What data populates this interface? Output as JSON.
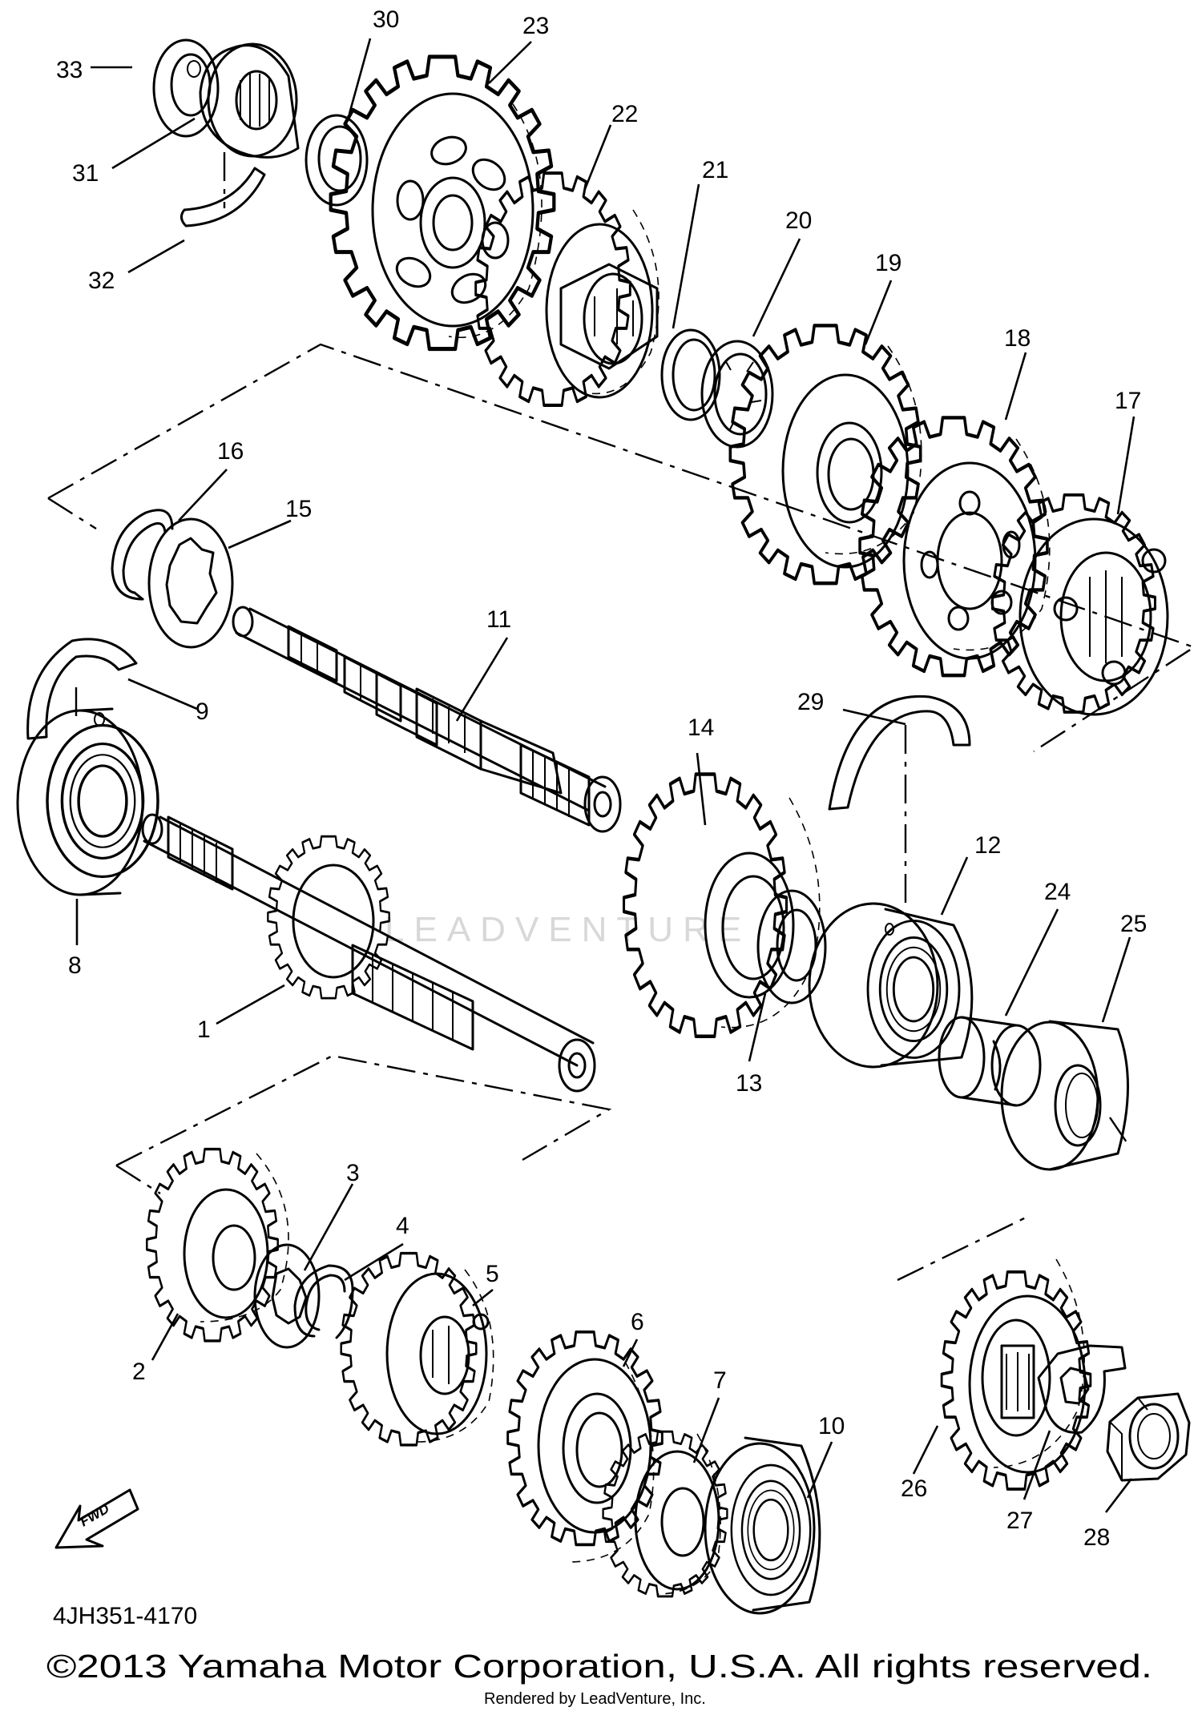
{
  "diagram": {
    "part_number": "4JH351-4170",
    "copyright": "©2013 Yamaha Motor Corporation, U.S.A. All rights reserved.",
    "rendered_by": "Rendered by LeadVenture, Inc.",
    "watermark": "LEADVENTURE",
    "fwd_label": "FWD",
    "callouts": [
      "1",
      "2",
      "3",
      "4",
      "5",
      "6",
      "7",
      "8",
      "9",
      "10",
      "11",
      "12",
      "13",
      "14",
      "15",
      "16",
      "17",
      "18",
      "19",
      "20",
      "21",
      "22",
      "23",
      "24",
      "25",
      "26",
      "27",
      "28",
      "29",
      "30",
      "31",
      "32",
      "33"
    ]
  }
}
